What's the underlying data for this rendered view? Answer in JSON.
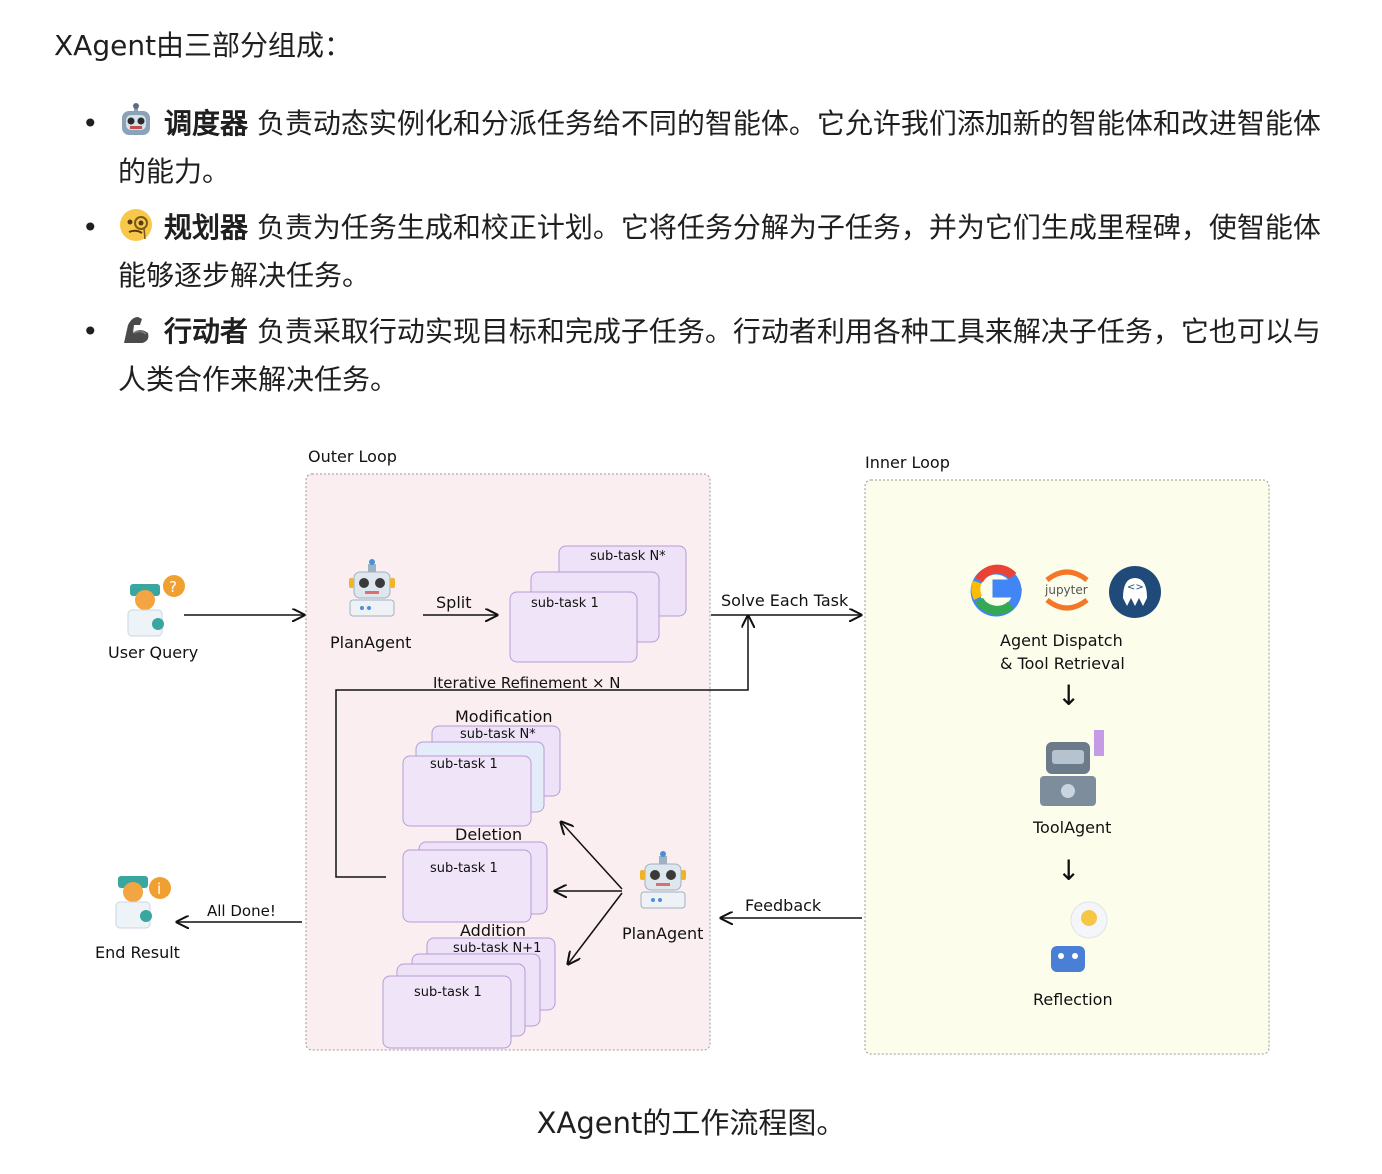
{
  "intro": "XAgent由三部分组成：",
  "components": [
    {
      "emoji": "robot",
      "name": "调度器",
      "text": "负责动态实例化和分派任务给不同的智能体。它允许我们添加新的智能体和改进智能体的能力。"
    },
    {
      "emoji": "monocle-face",
      "name": "规划器",
      "text": "负责为任务生成和校正计划。它将任务分解为子任务，并为它们生成里程碑，使智能体能够逐步解决任务。"
    },
    {
      "emoji": "flexed-biceps",
      "name": "行动者",
      "text": "负责采取行动实现目标和完成子任务。行动者利用各种工具来解决子任务，它也可以与人类合作来解决任务。"
    }
  ],
  "diagram": {
    "outer_loop": "Outer Loop",
    "inner_loop": "Inner Loop",
    "user_query": "User Query",
    "end_result": "End Result",
    "plan_agent": "PlanAgent",
    "split": "Split",
    "solve_each_task": "Solve Each Task",
    "iterative_refinement": "Iterative Refinement × N",
    "sub_task_n": "sub-task N*",
    "sub_task_1": "sub-task 1",
    "sub_task_n1": "sub-task N+1",
    "modification": "Modification",
    "deletion": "Deletion",
    "addition": "Addition",
    "all_done": "All Done!",
    "feedback": "Feedback",
    "jupyter": "jupyter",
    "agent_dispatch_1": "Agent Dispatch",
    "agent_dispatch_2": "& Tool Retrieval",
    "tool_agent": "ToolAgent",
    "reflection": "Reflection",
    "down_arrow": "↓"
  },
  "caption": "XAgent的工作流程图。",
  "colors": {
    "outer_bg": "#fbeef0",
    "inner_bg": "#fdfdec",
    "subtask_fill": "#ede2f7",
    "subtask_stroke": "#b79ad6",
    "google_blue": "#4285F4",
    "google_red": "#EA4335",
    "google_yellow": "#FBBC05",
    "google_green": "#34A853",
    "jupyter_orange": "#F37726"
  }
}
